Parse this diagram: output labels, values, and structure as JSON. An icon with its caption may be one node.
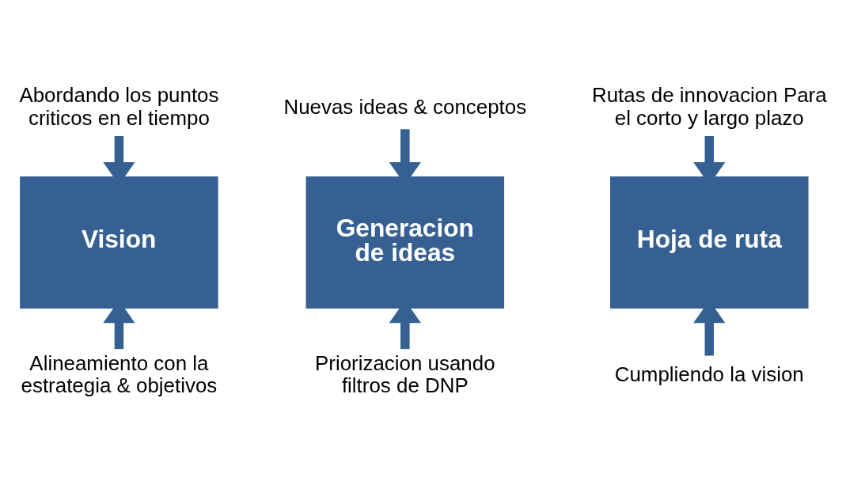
{
  "diagram": {
    "nodes": [
      {
        "text": [
          "Abordando los puntos criticos en el tiempo"
        ]
      },
      {
        "text": [
          "Nuevas ideas & conceptos"
        ]
      },
      {
        "text": [
          "Rutas de innovacion Para el corto y largo plazo"
        ]
      },
      {
        "text": [
          "Vision"
        ]
      },
      {
        "text": [
          "Generacion de ideas"
        ]
      },
      {
        "text": [
          "Hoja de ruta"
        ]
      },
      {
        "text": [
          "Alineamiento con la estrategia & objetivos"
        ]
      },
      {
        "text": [
          "Priorizacion usando filtros de DNP"
        ]
      },
      {
        "text": [
          "Cumpliendo la vision"
        ]
      }
    ],
    "edges": [
      {
        "from": 0,
        "to": 3,
        "arrow": "to"
      },
      {
        "from": 1,
        "to": 4,
        "arrow": "to"
      },
      {
        "from": 2,
        "to": 5,
        "arrow": "to"
      },
      {
        "from": 6,
        "to": 3,
        "arrow": "to"
      },
      {
        "from": 7,
        "to": 4,
        "arrow": "to"
      },
      {
        "from": 8,
        "to": 5,
        "arrow": "to"
      }
    ]
  }
}
